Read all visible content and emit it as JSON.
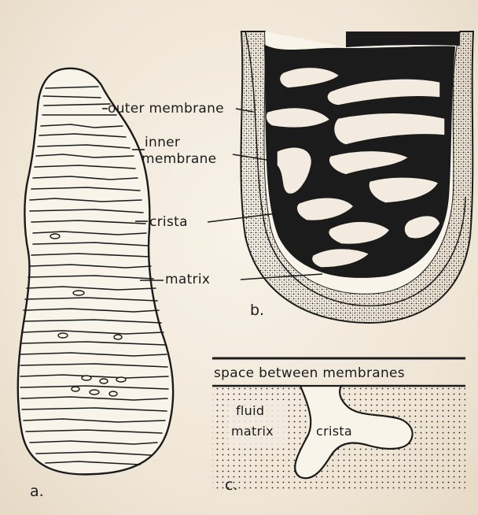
{
  "labels": {
    "outer_membrane": "outer membrane",
    "inner_membrane_1": "inner",
    "inner_membrane_2": "membrane",
    "crista": "crista",
    "matrix": "matrix",
    "space_between": "space between membranes",
    "fluid": "fluid",
    "fluid_matrix": "matrix",
    "crista_c": "crista"
  },
  "panels": {
    "a": "a.",
    "b": "b.",
    "c": "c."
  },
  "colors": {
    "ink": "#1b1b1b",
    "paper": "#f3ebdf"
  }
}
